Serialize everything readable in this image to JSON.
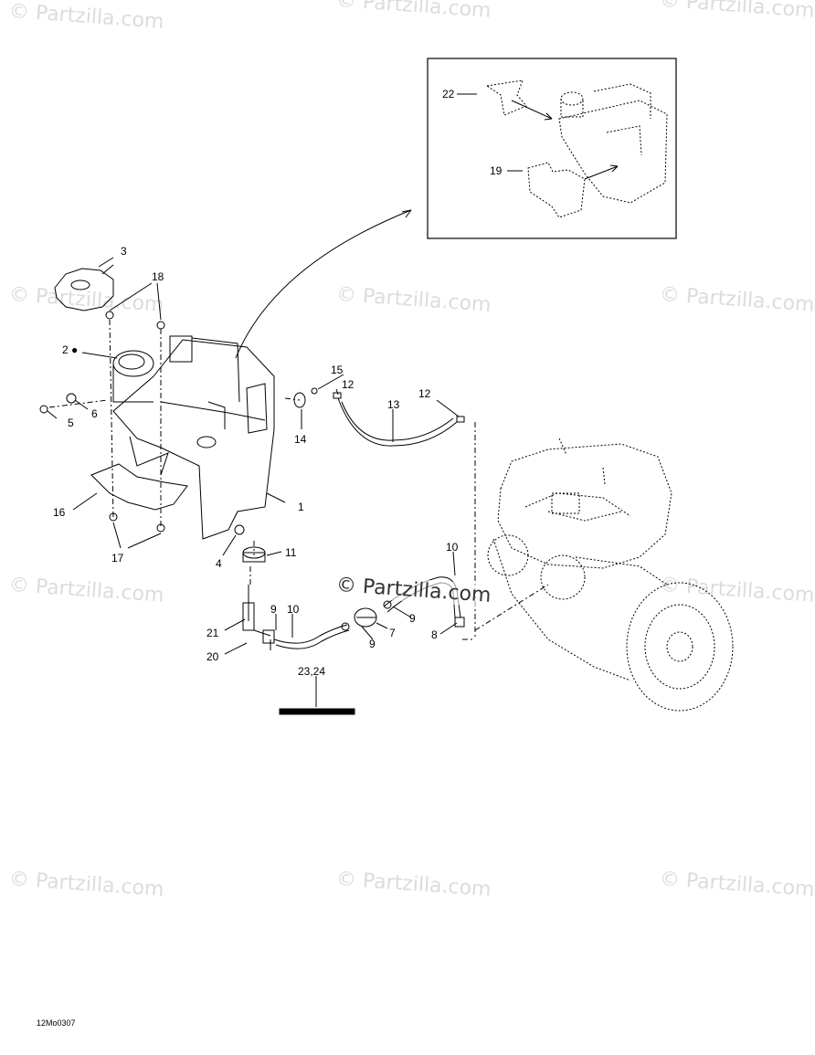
{
  "watermark": "© Partzilla.com",
  "figure_code": "12Mo0307",
  "callouts": {
    "c1": "1",
    "c2": "2",
    "c3": "3",
    "c4": "4",
    "c5": "5",
    "c6": "6",
    "c7": "7",
    "c8": "8",
    "c9a": "9",
    "c9b": "9",
    "c9c": "9",
    "c10a": "10",
    "c10b": "10",
    "c11": "11",
    "c12a": "12",
    "c12b": "12",
    "c13": "13",
    "c14": "14",
    "c15": "15",
    "c16": "16",
    "c17": "17",
    "c18": "18",
    "c19": "19",
    "c20": "20",
    "c21": "21",
    "c22": "22",
    "c23_24": "23,24"
  },
  "colors": {
    "line": "#000000",
    "watermark": "#dcdcdc",
    "background": "#ffffff"
  }
}
